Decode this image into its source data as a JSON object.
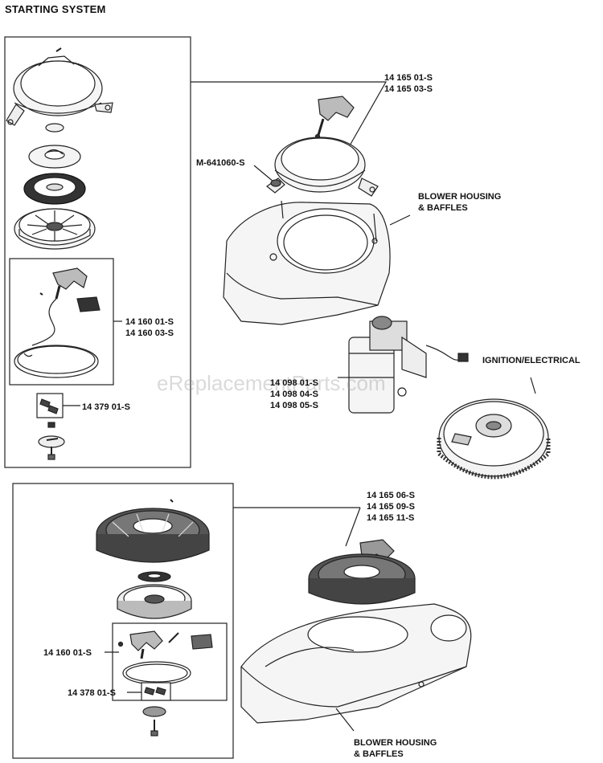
{
  "title": "STARTING SYSTEM",
  "watermark": "eReplacementParts.com",
  "labels": {
    "part_14165_a": [
      "14 165 01-S",
      "14 165 03-S"
    ],
    "m641060": "M-641060-S",
    "blower_top": [
      "BLOWER HOUSING",
      "& BAFFLES"
    ],
    "part_14160_top": [
      "14 160 01-S",
      "14 160 03-S"
    ],
    "starter_motor": [
      "14 098 01-S",
      "14 098 04-S",
      "14 098 05-S"
    ],
    "ignition": "IGNITION/ELECTRICAL",
    "part_14379": "14 379 01-S",
    "part_14165_b": [
      "14 165 06-S",
      "14 165 09-S",
      "14 165 11-S"
    ],
    "part_14160_bottom": "14 160 01-S",
    "part_14378": "14 378 01-S",
    "blower_bottom": [
      "BLOWER HOUSING",
      "& BAFFLES"
    ]
  }
}
